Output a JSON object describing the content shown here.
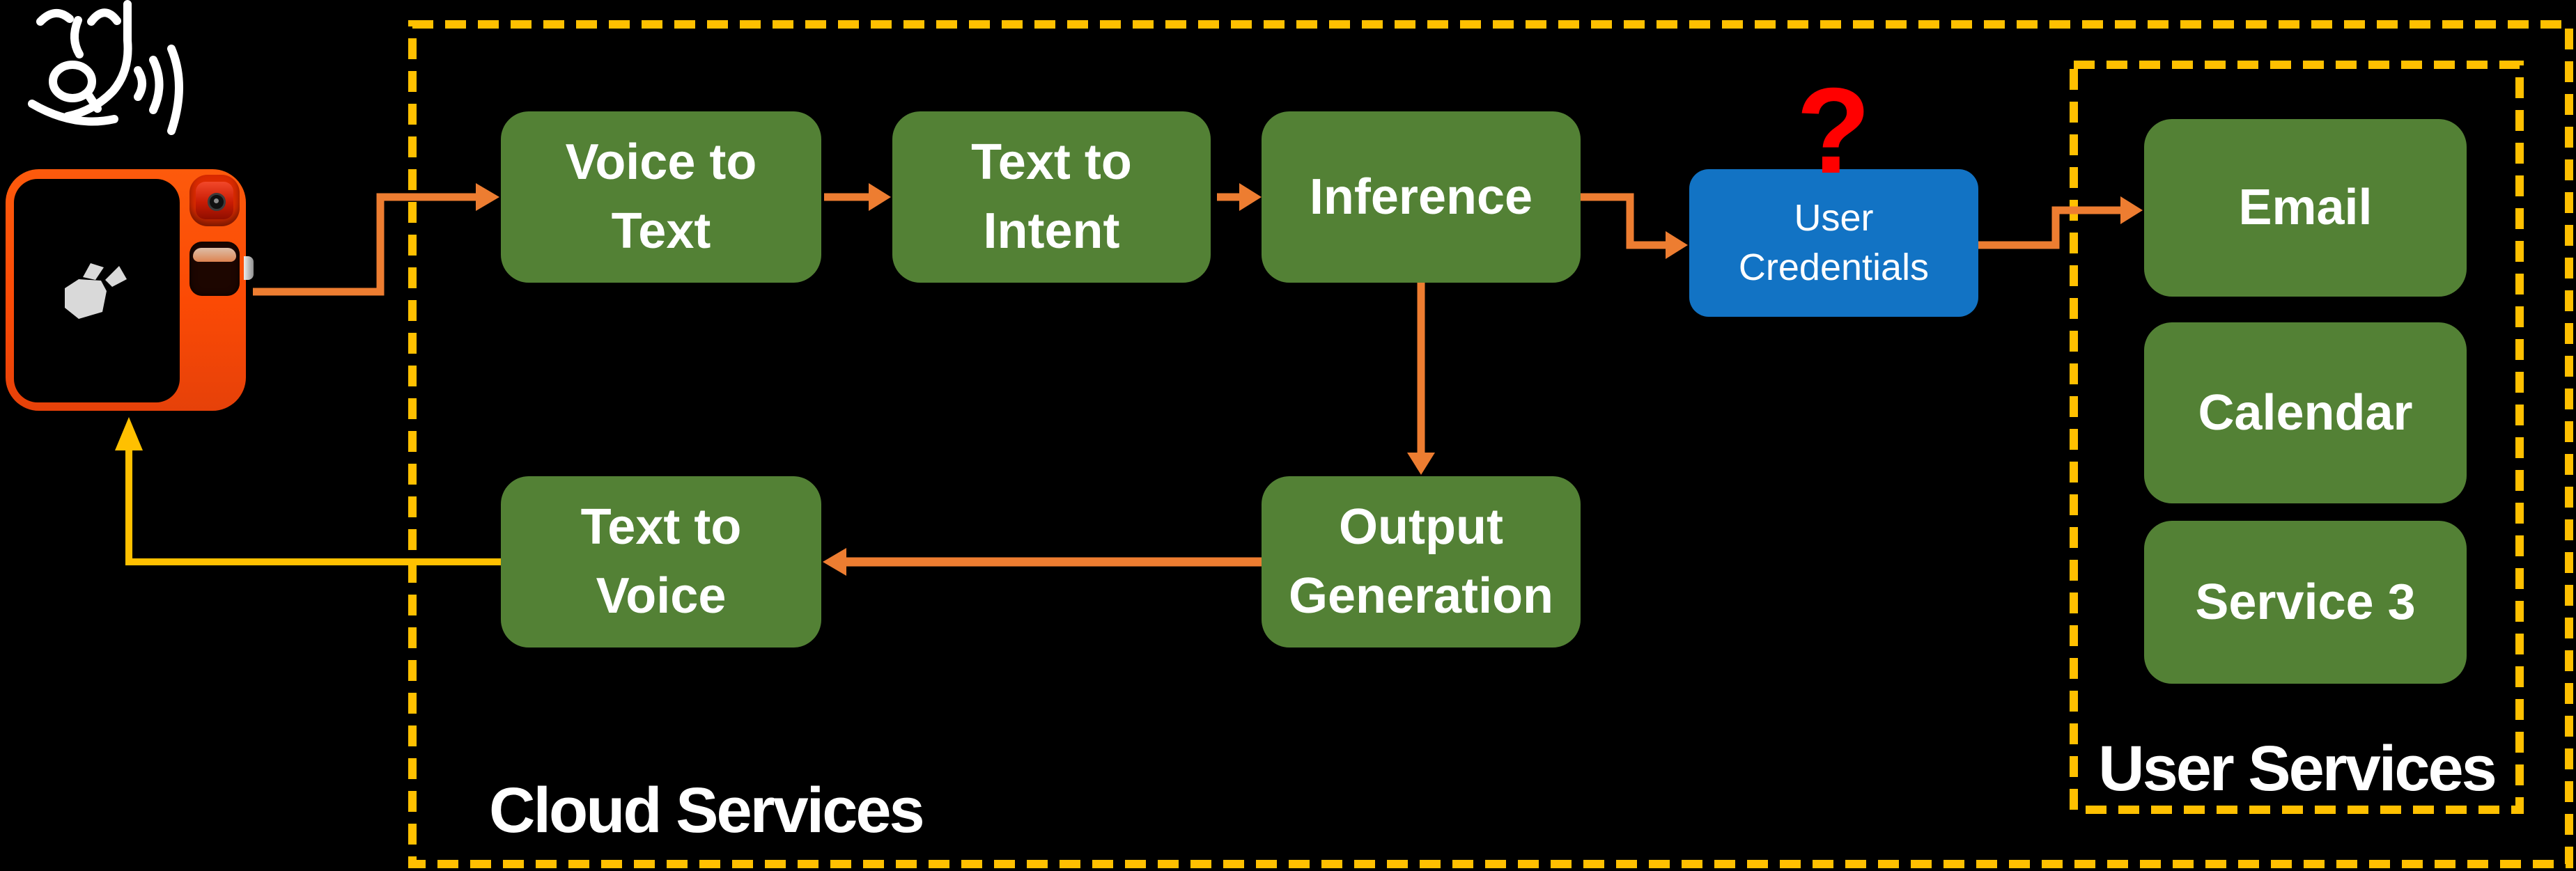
{
  "colors": {
    "background": "#000000",
    "process_box_green": "#538135",
    "credentials_box_blue": "#1273C4",
    "boundary_dash_yellow": "#FFC000",
    "flow_arrow_orange": "#ED7D31",
    "return_arrow_yellow": "#FFC000",
    "question_mark_red": "#FF0000",
    "device_orange": "#FB4D09",
    "text_white": "#FFFFFF"
  },
  "icons": {
    "speaker": "speaking-face-icon",
    "device": "rabbit-r1-device",
    "rabbit_logo": "rabbit-logo-icon"
  },
  "cloud": {
    "label": "Cloud Services",
    "nodes": {
      "voice_to_text": {
        "line1": "Voice to",
        "line2": "Text"
      },
      "text_to_intent": {
        "line1": "Text to",
        "line2": "Intent"
      },
      "inference": {
        "label": "Inference"
      },
      "output_generation": {
        "line1": "Output",
        "line2": "Generation"
      },
      "text_to_voice": {
        "line1": "Text to",
        "line2": "Voice"
      }
    }
  },
  "credentials": {
    "line1": "User",
    "line2": "Credentials",
    "question_mark": "?"
  },
  "user_services": {
    "label": "User Services",
    "nodes": {
      "email": {
        "label": "Email"
      },
      "calendar": {
        "label": "Calendar"
      },
      "service_3": {
        "label": "Service 3"
      }
    }
  }
}
